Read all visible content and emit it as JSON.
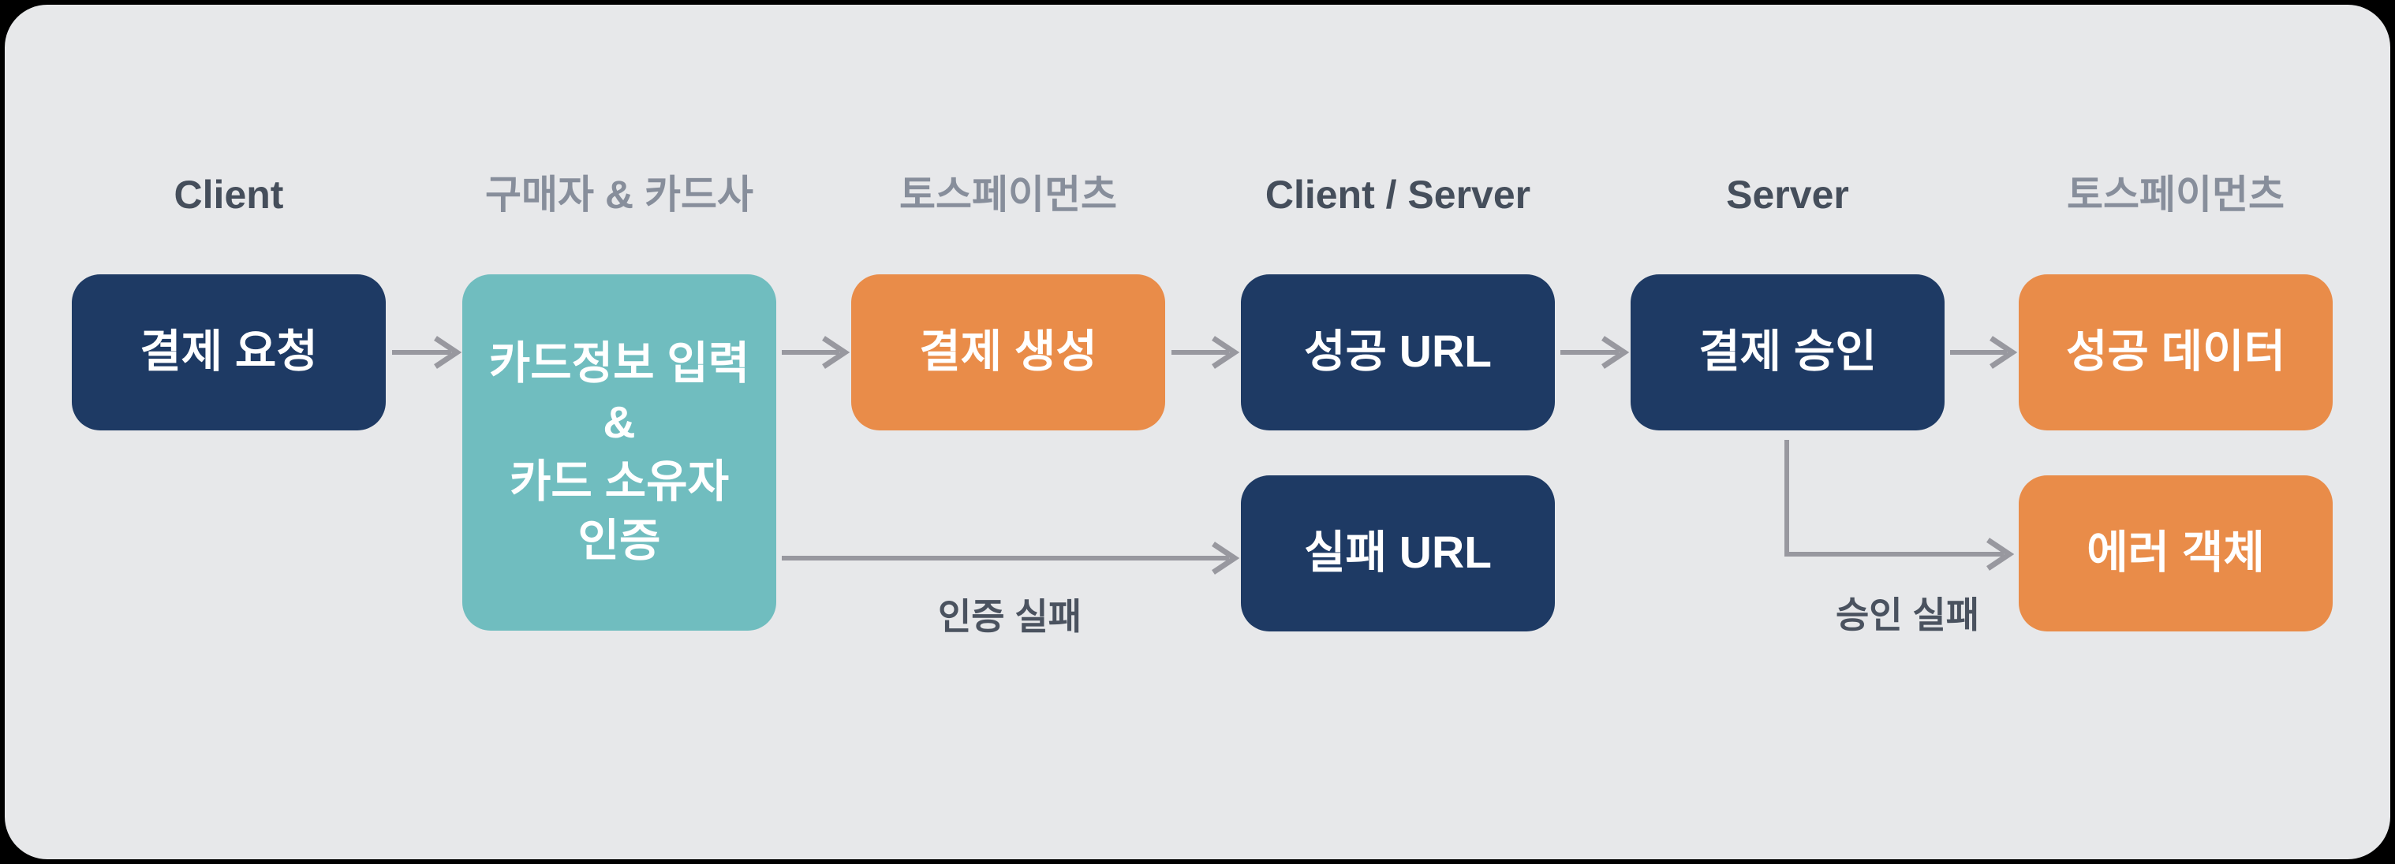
{
  "diagram": {
    "columns": [
      {
        "header": "Client"
      },
      {
        "header": "구매자 & 카드사"
      },
      {
        "header": "토스페이먼츠"
      },
      {
        "header": "Client / Server"
      },
      {
        "header": "Server"
      },
      {
        "header": "토스페이먼츠"
      }
    ],
    "nodes": [
      {
        "id": "payment-request",
        "label": "결제 요청",
        "color": "navy"
      },
      {
        "id": "card-info-auth",
        "label": "카드정보 입력\n&\n카드 소유자\n인증",
        "color": "teal"
      },
      {
        "id": "payment-create",
        "label": "결제 생성",
        "color": "orange"
      },
      {
        "id": "success-url",
        "label": "성공 URL",
        "color": "navy"
      },
      {
        "id": "fail-url",
        "label": "실패 URL",
        "color": "navy"
      },
      {
        "id": "payment-approve",
        "label": "결제 승인",
        "color": "navy"
      },
      {
        "id": "success-data",
        "label": "성공 데이터",
        "color": "orange"
      },
      {
        "id": "error-object",
        "label": "에러 객체",
        "color": "orange"
      }
    ],
    "edge_labels": {
      "auth_fail": "인증 실패",
      "approve_fail": "승인 실패"
    },
    "edges": [
      {
        "from": "payment-request",
        "to": "card-info-auth",
        "label": ""
      },
      {
        "from": "card-info-auth",
        "to": "payment-create",
        "label": ""
      },
      {
        "from": "payment-create",
        "to": "success-url",
        "label": ""
      },
      {
        "from": "success-url",
        "to": "payment-approve",
        "label": ""
      },
      {
        "from": "payment-approve",
        "to": "success-data",
        "label": ""
      },
      {
        "from": "card-info-auth",
        "to": "fail-url",
        "label": "인증 실패"
      },
      {
        "from": "payment-approve",
        "to": "error-object",
        "label": "승인 실패"
      }
    ],
    "colors": {
      "navy": "#1E3A64",
      "teal": "#70BDBF",
      "orange": "#E98C49",
      "arrow": "#98989F",
      "header_en": "#454E5B",
      "header_kr": "#878E9B",
      "edge_label": "#4A525F",
      "panel_bg": "#E7E8EA",
      "outer_bg": "#000000",
      "node_text": "#FFFFFF"
    }
  }
}
